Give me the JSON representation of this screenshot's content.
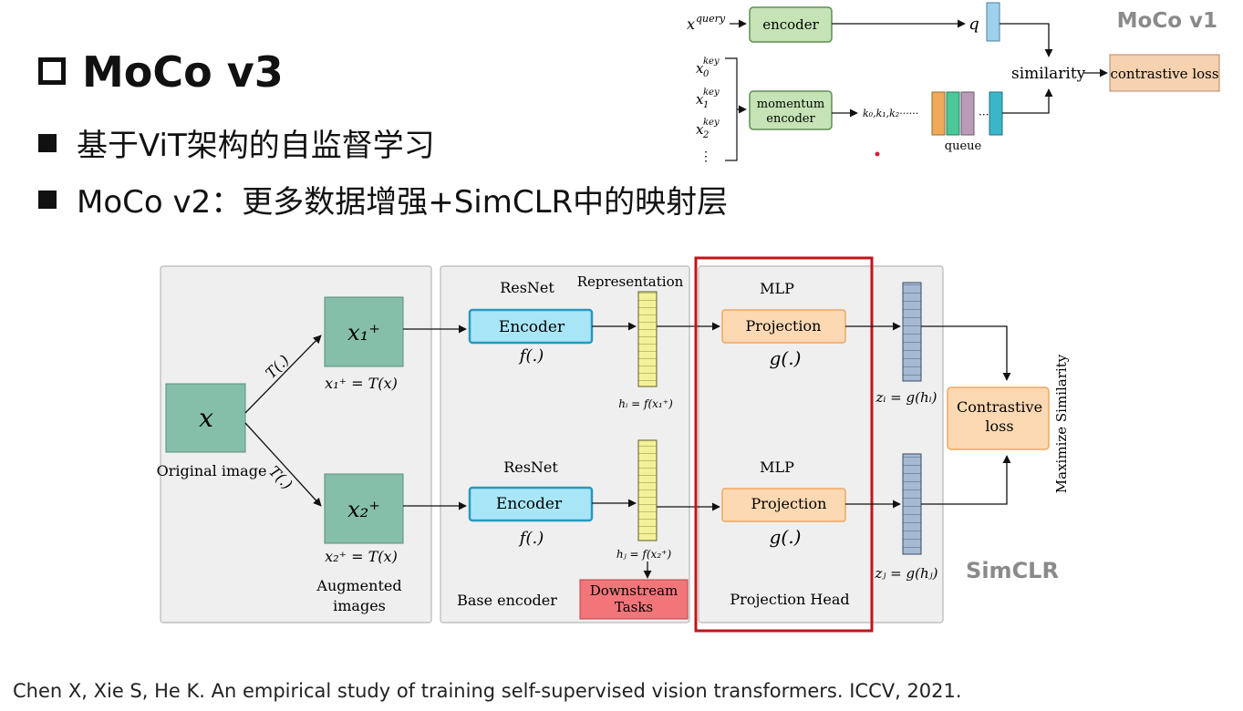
{
  "slide": {
    "title": "MoCo v3",
    "bullets": [
      "基于ViT架构的自监督学习",
      "MoCo v2：更多数据增强+SimCLR中的映射层"
    ],
    "citation": "Chen X, Xie S, He K. An empirical study of training self-supervised vision transformers. ICCV, 2021."
  },
  "moco_v1": {
    "label": "MoCo v1",
    "query_input": "x",
    "query_sup": "query",
    "encoder": "encoder",
    "q": "q",
    "key_x": "x",
    "key_sup": "key",
    "key_subs": [
      "0",
      "1",
      "2"
    ],
    "key_dots": "⋮",
    "momentum_encoder_line1": "momentum",
    "momentum_encoder_line2": "encoder",
    "keys_label": "k₀,k₁,k₂······",
    "queue": "queue",
    "similarity": "similarity",
    "contrastive_loss": "contrastive loss",
    "colors": {
      "green": "#c5e3b5",
      "blue": "#9fd0ec",
      "orange": "#f6d2b0"
    }
  },
  "simclr": {
    "label": "SimCLR",
    "original_image_label": "Original image",
    "x": "x",
    "transform": "T(.)",
    "x1": "x₁⁺",
    "x2": "x₂⁺",
    "x1_eq": "x₁⁺ = T(x)",
    "x2_eq": "x₂⁺ = T(x)",
    "augmented_line1": "Augmented",
    "augmented_line2": "images",
    "resnet": "ResNet",
    "encoder": "Encoder",
    "f": "f(.)",
    "representation": "Representation",
    "hi": "hᵢ = f(x₁⁺)",
    "hj": "hⱼ = f(x₂⁺)",
    "base_encoder": "Base encoder",
    "downstream_line1": "Downstream",
    "downstream_line2": "Tasks",
    "mlp": "MLP",
    "projection": "Projection",
    "g": "g(.)",
    "projection_head": "Projection Head",
    "zi": "zᵢ = g(hᵢ)",
    "zj": "zⱼ = g(hⱼ)",
    "contrastive_line1": "Contrastive",
    "contrastive_line2": "loss",
    "maximize": "Maximize Similarity",
    "colors": {
      "teal": "#86bfa9",
      "cyan": "#a8e6f7",
      "yellow": "#f3f29a",
      "orange": "#fcd9b3",
      "red_box": "#c0151b",
      "downstream": "#f2757a",
      "zvec": "#a7bad3"
    }
  }
}
